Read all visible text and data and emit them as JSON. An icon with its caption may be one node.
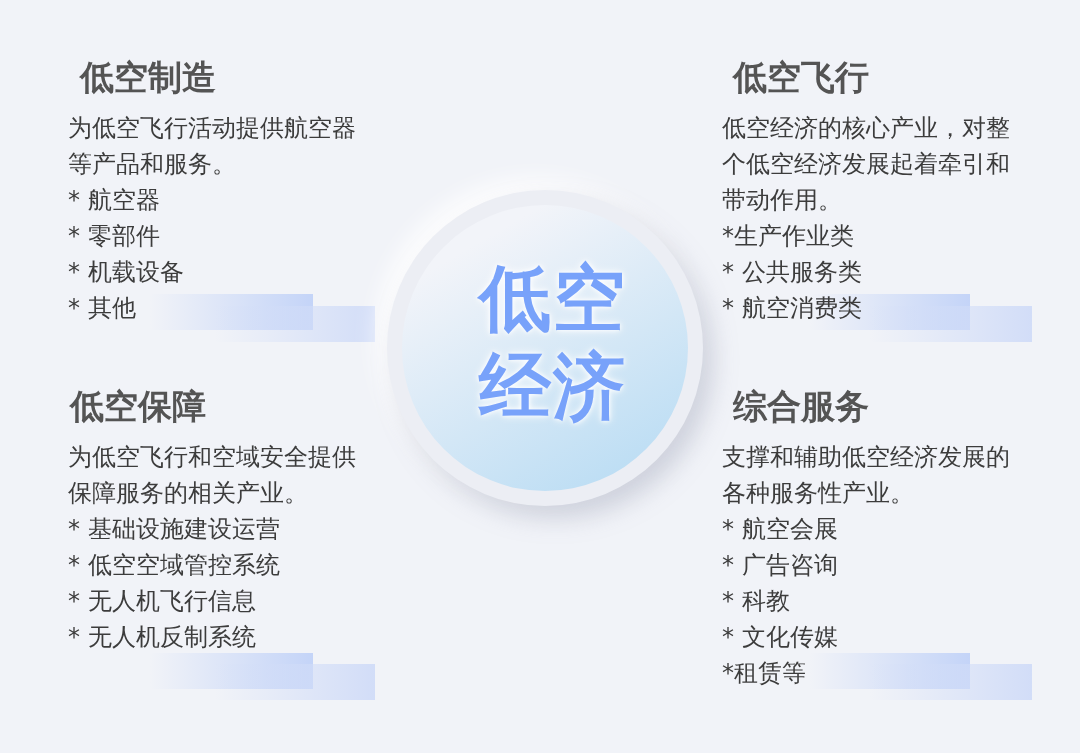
{
  "diagram": {
    "nodes": [
      {
        "text": [
          "低空制造",
          "为低空飞行活动提供航空器等产品和服务。",
          "* 航空器",
          "* 零部件",
          "* 机载设备",
          "* 其他"
        ]
      },
      {
        "text": [
          "低空飞行",
          "低空经济的核心产业，对整个低空经济发展起着牵引和带动作用。",
          "*生产作业类",
          "* 公共服务类",
          "* 航空消费类"
        ]
      },
      {
        "text": [
          "低空经济"
        ]
      },
      {
        "text": [
          "低空保障",
          "为低空飞行和空域安全提供保障服务的相关产业。",
          "* 基础设施建设运营",
          "* 低空空域管控系统",
          "* 无人机飞行信息",
          "* 无人机反制系统"
        ]
      },
      {
        "text": [
          "综合服务",
          "支撑和辅助低空经济发展的各种服务性产业。",
          "* 航空会展",
          "* 广告咨询",
          "* 科教",
          "* 文化传媒",
          "*租赁等"
        ]
      }
    ]
  }
}
